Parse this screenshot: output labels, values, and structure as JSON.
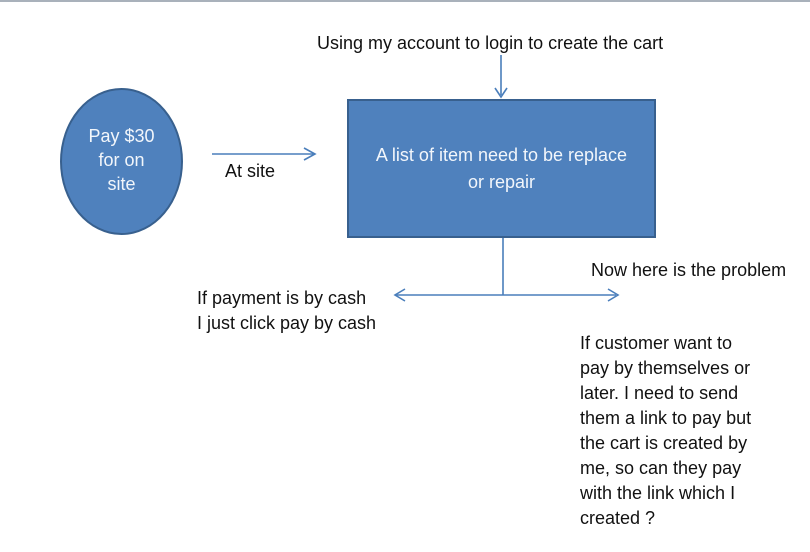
{
  "colors": {
    "shape_fill": "#4f81bd",
    "shape_border": "#38608e",
    "arrow": "#4a7ebb",
    "text": "#111111",
    "shape_text": "#f2f6fb",
    "top_border": "#a9b1bb",
    "background": "#ffffff"
  },
  "diagram": {
    "top_caption": "Using my account to login to create the cart",
    "ellipse": {
      "lines": [
        "Pay $30",
        "for on",
        "site"
      ]
    },
    "at_site_label": "At site",
    "box": {
      "lines": [
        "A list of item need to be replace",
        "or repair"
      ]
    },
    "problem_caption": "Now here is the problem",
    "cash_note": {
      "lines": [
        "If payment is by cash",
        "I just click pay by cash"
      ]
    },
    "customer_note": {
      "lines": [
        "If customer want to",
        "pay by themselves or",
        "later. I need to send",
        "them a link to pay but",
        "the cart is created by",
        "me, so can they pay",
        "with the link which I",
        "created ?"
      ]
    }
  }
}
